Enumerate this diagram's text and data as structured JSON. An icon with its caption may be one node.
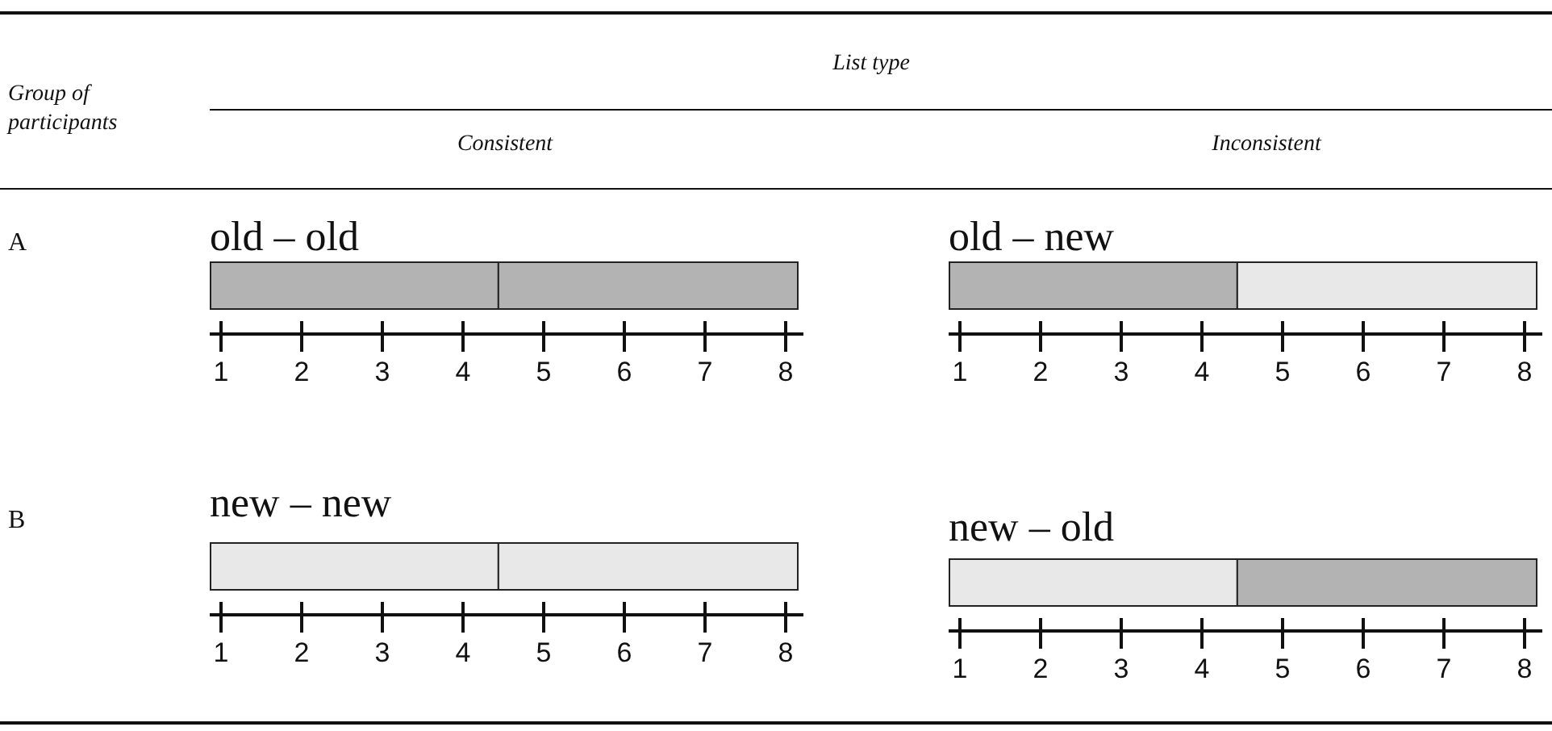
{
  "diagram": {
    "labels": [
      "Group of participants",
      "List type",
      "Consistent",
      "Inconsistent",
      "A",
      "old – old",
      "1",
      "2",
      "3",
      "4",
      "5",
      "6",
      "7",
      "8",
      "old – new",
      "1",
      "2",
      "3",
      "4",
      "5",
      "6",
      "7",
      "8",
      "B",
      "new – new",
      "1",
      "2",
      "3",
      "4",
      "5",
      "6",
      "7",
      "8",
      "new – old",
      "1",
      "2",
      "3",
      "4",
      "5",
      "6",
      "7",
      "8"
    ]
  }
}
